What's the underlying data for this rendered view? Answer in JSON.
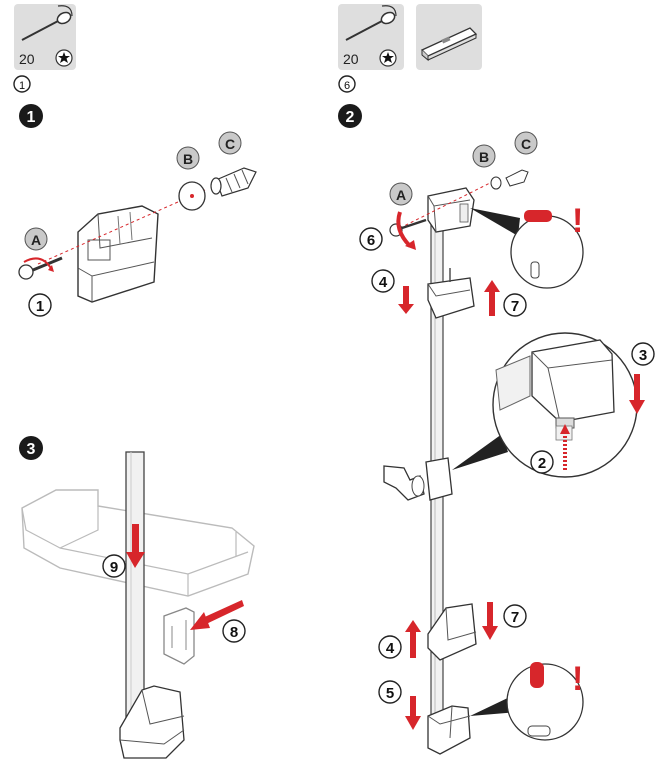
{
  "left_header": {
    "tool_box_count": "20",
    "small_step_num": "1"
  },
  "right_header": {
    "tool_box_count": "20",
    "small_step_num": "6"
  },
  "steps": {
    "step1": "1",
    "step2": "2",
    "step3": "3"
  },
  "parts": {
    "a": "A",
    "b": "B",
    "c": "C"
  },
  "callout_numbers": {
    "n1": "1",
    "n2": "2",
    "n3": "3",
    "n4a": "4",
    "n4b": "4",
    "n5": "5",
    "n6": "6",
    "n7a": "7",
    "n7b": "7",
    "n8": "8",
    "n9": "9"
  },
  "warning_mark": "!",
  "colors": {
    "accent_red": "#d7262b",
    "step_badge": "#1a1a1a",
    "part_badge": "#c9c9c9",
    "tool_box": "#dedede",
    "line": "#333333"
  }
}
